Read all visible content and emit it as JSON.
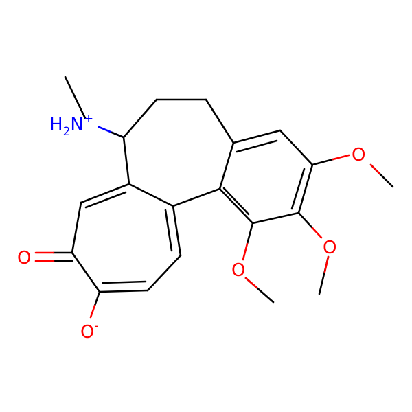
{
  "colors": {
    "bond": "#000000",
    "oxygen": "#ff0000",
    "nitrogen": "#0000ff",
    "background": "#ffffff"
  },
  "atoms": {
    "ammonium": {
      "main": "H",
      "sub": "2",
      "rest": "N",
      "charge": "+"
    },
    "carbonyl_o": "O",
    "phenolate_o": {
      "main": "O",
      "charge": "-"
    },
    "ome_1": "O",
    "ome_2": "O",
    "ome_3": "O"
  }
}
